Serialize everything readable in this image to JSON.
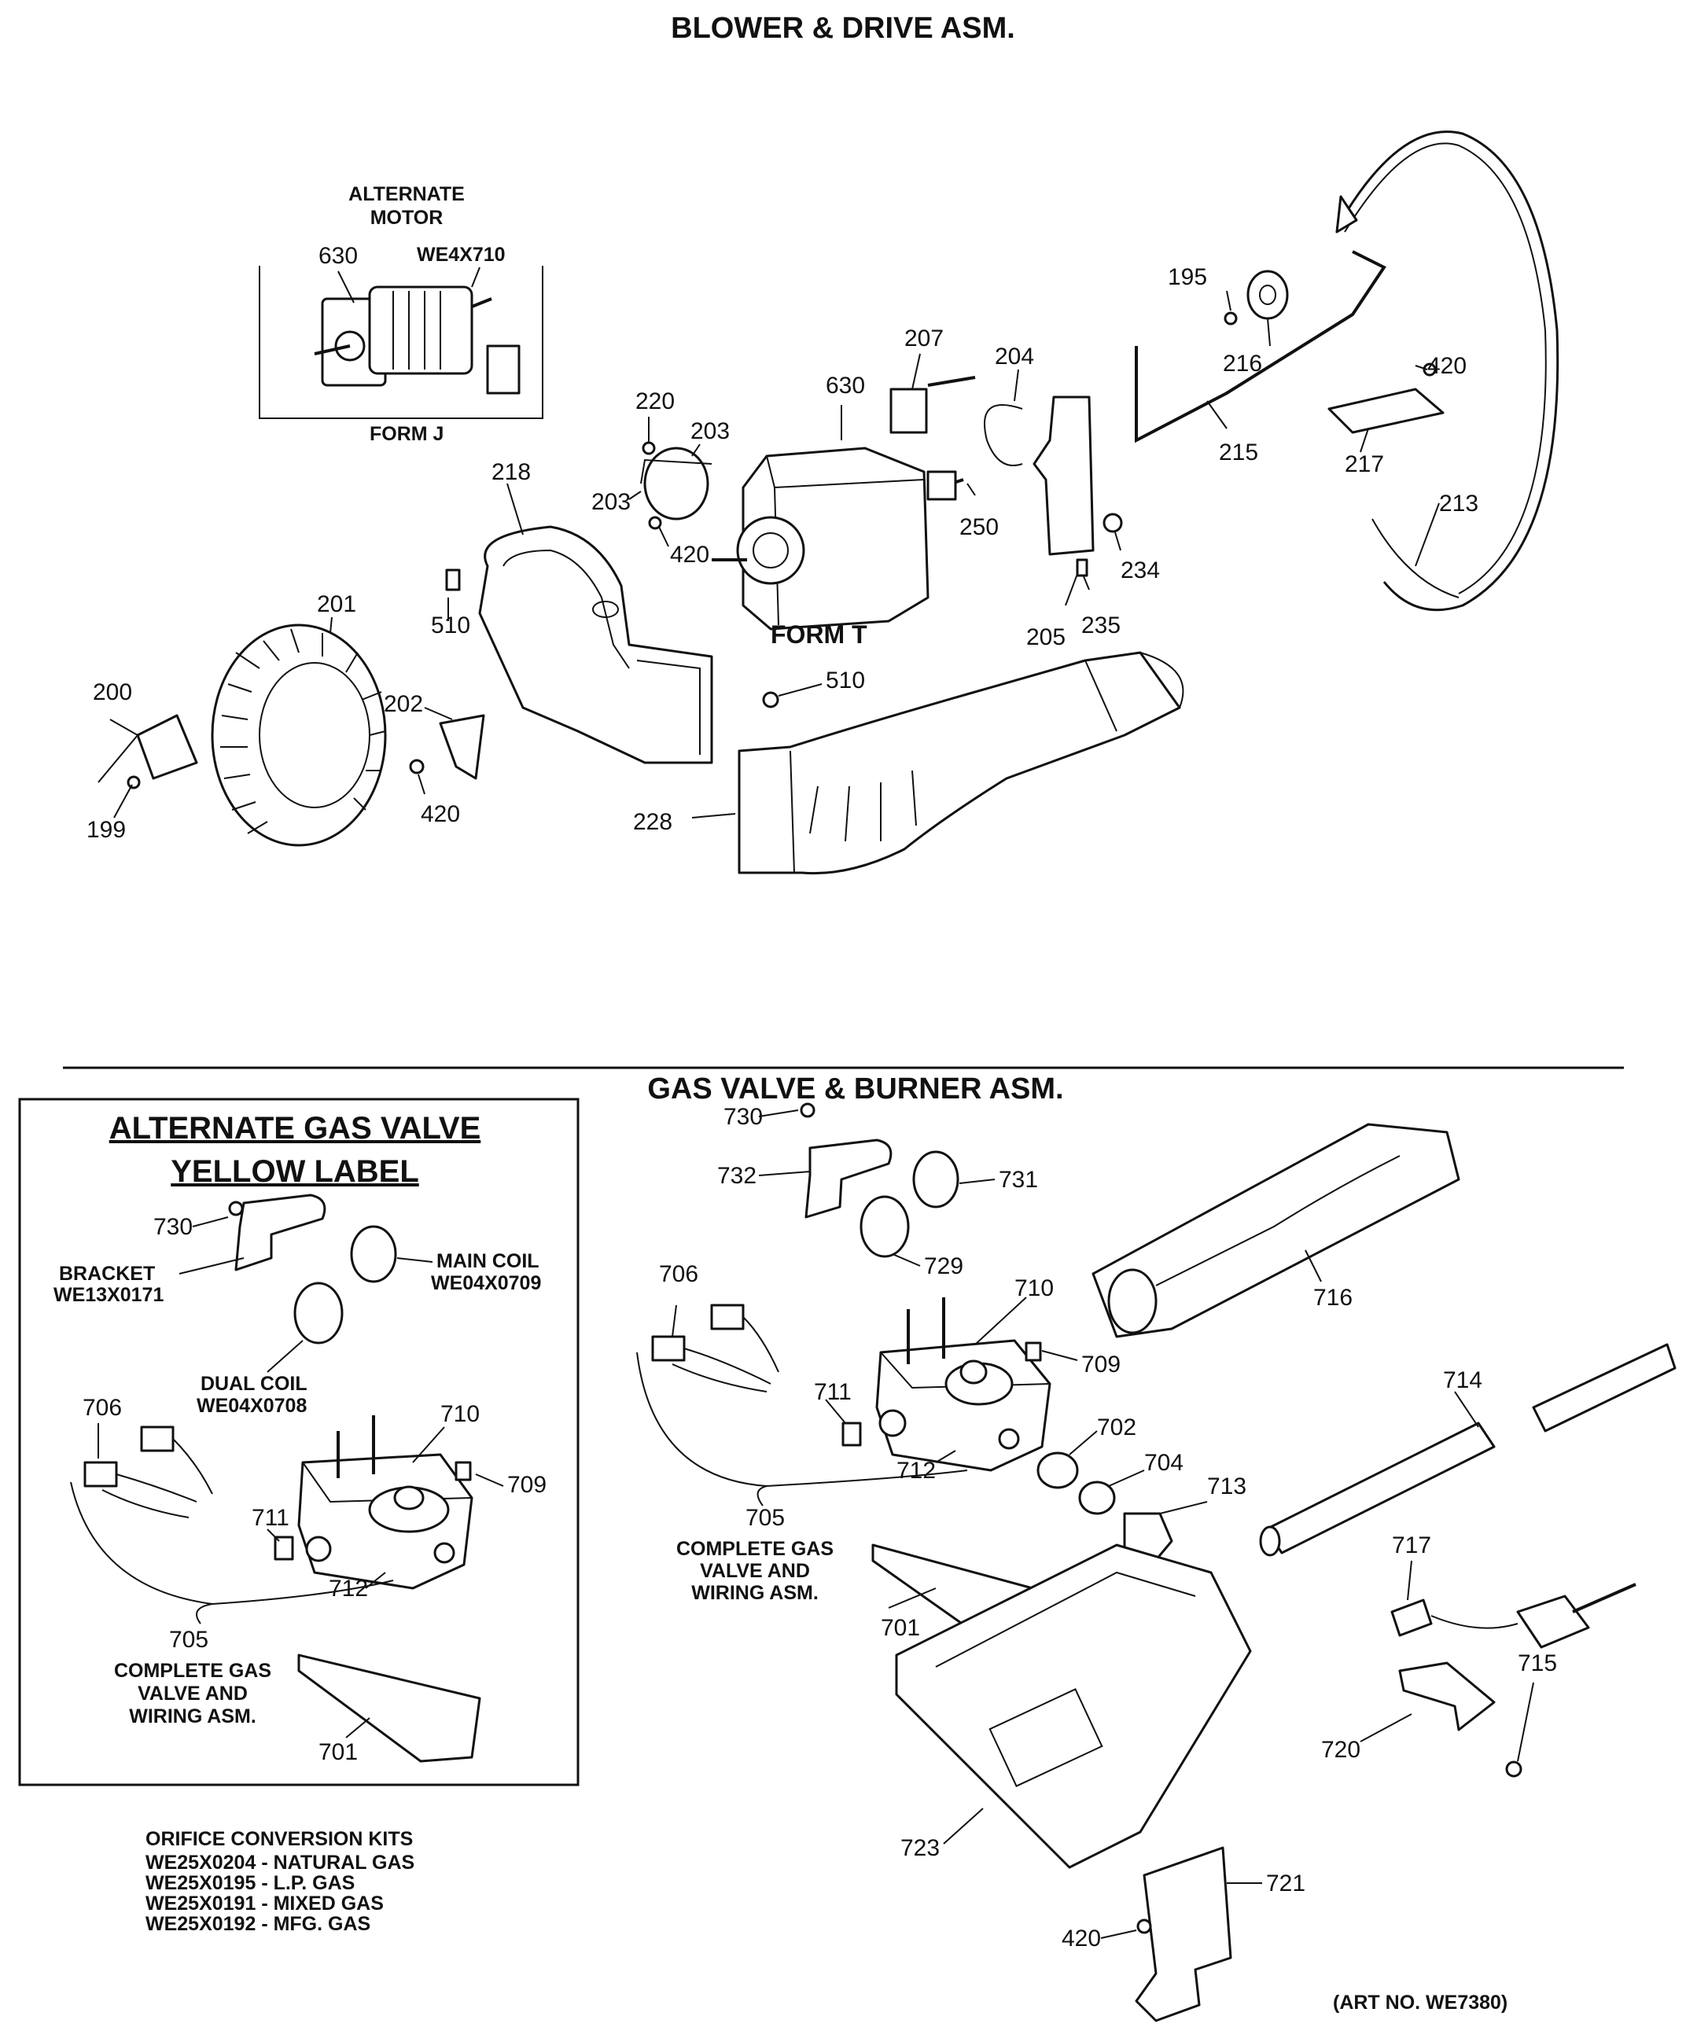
{
  "top_title": "BLOWER & DRIVE ASM.",
  "alt_motor": {
    "title_line1": "ALTERNATE",
    "title_line2": "MOTOR",
    "part_num": "630",
    "part_code": "WE4X710",
    "form": "FORM J"
  },
  "blower": {
    "form": "FORM T",
    "labels": {
      "l195": "195",
      "l216": "216",
      "l420a": "420",
      "l215": "215",
      "l217": "217",
      "l213": "213",
      "l207": "207",
      "l204": "204",
      "l630": "630",
      "l220": "220",
      "l203a": "203",
      "l203b": "203",
      "l420b": "420",
      "l250": "250",
      "l218": "218",
      "l234": "234",
      "l205": "205",
      "l235": "235",
      "l510a": "510",
      "l201": "201",
      "l510b": "510",
      "l200": "200",
      "l202": "202",
      "l420c": "420",
      "l199": "199",
      "l228": "228"
    }
  },
  "gas_title": "GAS VALVE & BURNER ASM.",
  "alt_box": {
    "title_line1": "ALTERNATE GAS VALVE",
    "title_line2": "YELLOW LABEL",
    "bracket": "BRACKET",
    "bracket_code": "WE13X0171",
    "main_coil": "MAIN COIL",
    "main_coil_code": "WE04X0709",
    "dual_coil": "DUAL COIL",
    "dual_coil_code": "WE04X0708",
    "labels": {
      "l730": "730",
      "l706": "706",
      "l710": "710",
      "l709": "709",
      "l711": "711",
      "l712": "712",
      "l705": "705",
      "l701": "701"
    },
    "complete_line1": "COMPLETE GAS",
    "complete_line2": "VALVE AND",
    "complete_line3": "WIRING ASM."
  },
  "gas": {
    "labels": {
      "l730": "730",
      "l732": "732",
      "l731": "731",
      "l729": "729",
      "l706": "706",
      "l710": "710",
      "l716": "716",
      "l709": "709",
      "l711": "711",
      "l702": "702",
      "l714": "714",
      "l704": "704",
      "l713": "713",
      "l712": "712",
      "l705": "705",
      "l717": "717",
      "l701": "701",
      "l715": "715",
      "l720": "720",
      "l723": "723",
      "l721": "721",
      "l420": "420"
    },
    "complete_line1": "COMPLETE GAS",
    "complete_line2": "VALVE AND",
    "complete_line3": "WIRING ASM."
  },
  "kits": {
    "title": "ORIFICE CONVERSION KITS",
    "items": [
      "WE25X0204 - NATURAL GAS",
      "WE25X0195 - L.P. GAS",
      "WE25X0191 - MIXED GAS",
      "WE25X0192 - MFG. GAS"
    ]
  },
  "art_no": "(ART NO. WE7380)"
}
